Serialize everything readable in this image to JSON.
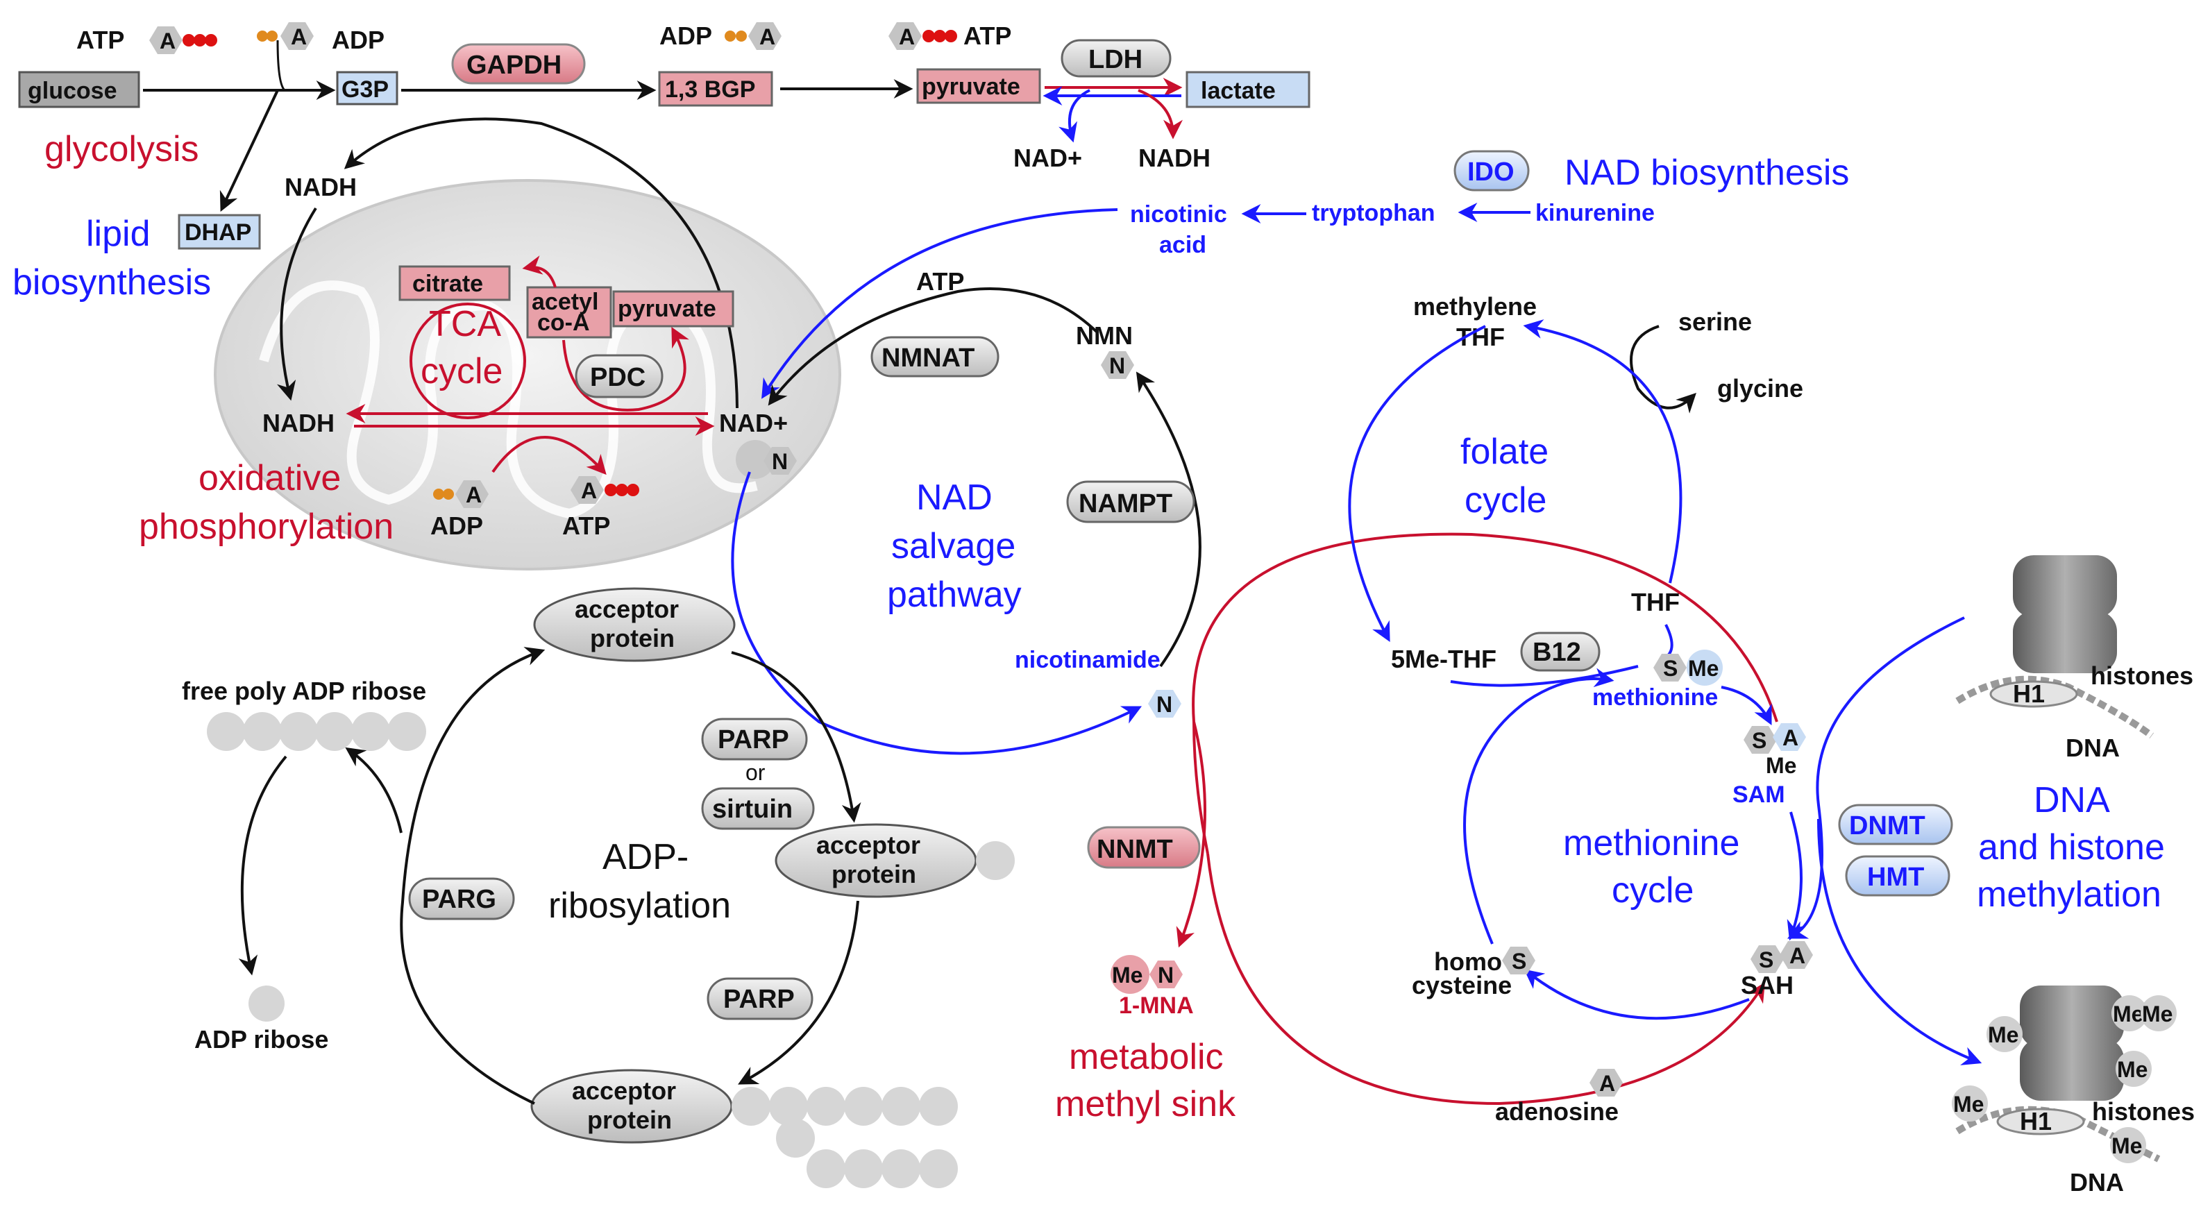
{
  "glycolysis": {
    "atp_left": "ATP",
    "adp_left": "ADP",
    "adp_mid": "ADP",
    "atp_right": "ATP",
    "glucose": "glucose",
    "g3p": "G3P",
    "gapdh": "GAPDH",
    "bgp": "1,3 BGP",
    "pyruvate": "pyruvate",
    "ldh": "LDH",
    "lactate": "lactate",
    "nad_plus": "NAD+",
    "nadh": "NADH",
    "title": "glycolysis",
    "lipid1": "lipid",
    "lipid2": "biosynthesis",
    "dhap": "DHAP"
  },
  "nad_biosynthesis": {
    "ido": "IDO",
    "title": "NAD biosynthesis",
    "kinurenine": "kinurenine",
    "tryptophan": "tryptophan",
    "nicotinic1": "nicotinic",
    "nicotinic2": "acid"
  },
  "mito": {
    "nadh_top": "NADH",
    "citrate": "citrate",
    "acetyl1": "acetyl",
    "acetyl2": "co-A",
    "pyruvate": "pyruvate",
    "tca1": "TCA",
    "tca2": "cycle",
    "pdc": "PDC",
    "nadh_mid": "NADH",
    "nad_plus": "NAD+",
    "oxphos1": "oxidative",
    "oxphos2": "phosphorylation",
    "adp": "ADP",
    "atp": "ATP"
  },
  "salvage": {
    "atp": "ATP",
    "nmnat": "NMNAT",
    "nmn": "NMN",
    "nampt": "NAMPT",
    "title1": "NAD",
    "title2": "salvage",
    "title3": "pathway",
    "nicotinamide": "nicotinamide"
  },
  "folate": {
    "methylene1": "methylene",
    "methylene2": "THF",
    "serine": "serine",
    "glycine": "glycine",
    "title1": "folate",
    "title2": "cycle",
    "thf": "THF",
    "me_thf": "5Me-THF",
    "b12": "B12",
    "methionine": "methionine",
    "sam": "SAM"
  },
  "methionine_cycle": {
    "title1": "methionine",
    "title2": "cycle",
    "homo1": "homo",
    "homo2": "cysteine",
    "sah": "SAH",
    "adenosine": "adenosine"
  },
  "methylation": {
    "dnmt": "DNMT",
    "hmt": "HMT",
    "title1": "DNA",
    "title2": "and histone",
    "title3": "methylation",
    "histones": "histones",
    "h1": "H1",
    "dna": "DNA"
  },
  "nnmt": {
    "nnmt": "NNMT",
    "mna": "1-MNA",
    "sink1": "metabolic",
    "sink2": "methyl sink"
  },
  "adp_ribosylation": {
    "acceptor1": "acceptor",
    "acceptor2": "protein",
    "free_poly": "free poly ADP ribose",
    "adp_ribose": "ADP ribose",
    "parp": "PARP",
    "or": "or",
    "sirtuin": "sirtuin",
    "parg": "PARG",
    "title1": "ADP-",
    "title2": "ribosylation",
    "parp2": "PARP"
  },
  "glyphs": {
    "a": "A",
    "n": "N",
    "s": "S",
    "me": "Me"
  },
  "colors": {
    "red": "#c8102e",
    "blue": "#1a1aff",
    "pink": "#e8a0a8",
    "lightblue": "#c8dcf4",
    "grey": "#d6d6d6"
  }
}
